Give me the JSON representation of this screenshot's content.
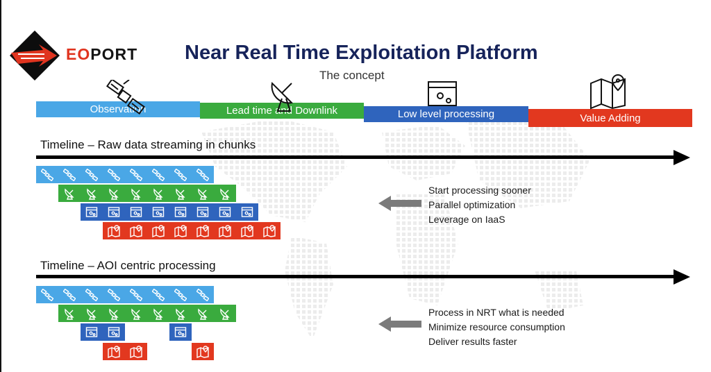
{
  "brand": {
    "eo": "EO",
    "port": "PORT"
  },
  "title": "Near Real Time Exploitation Platform",
  "subtitle": "The concept",
  "stages": [
    {
      "label": "Observation",
      "color": "#4aa7e6",
      "icon": "satellite-icon"
    },
    {
      "label": "Lead time and Downlink",
      "color": "#3aab3e",
      "icon": "dish-antenna-icon"
    },
    {
      "label": "Low level processing",
      "color": "#2f64bd",
      "icon": "processing-window-icon"
    },
    {
      "label": "Value Adding",
      "color": "#e2381f",
      "icon": "map-pin-icon"
    }
  ],
  "timeline1": {
    "label": "Timeline – Raw data streaming in chunks",
    "bullets": [
      "Start processing sooner",
      "Parallel optimization",
      "Leverage on IaaS"
    ]
  },
  "timeline2": {
    "label": "Timeline – AOI centric processing",
    "bullets": [
      "Process in NRT what is needed",
      "Minimize resource consumption",
      "Deliver results faster"
    ]
  }
}
